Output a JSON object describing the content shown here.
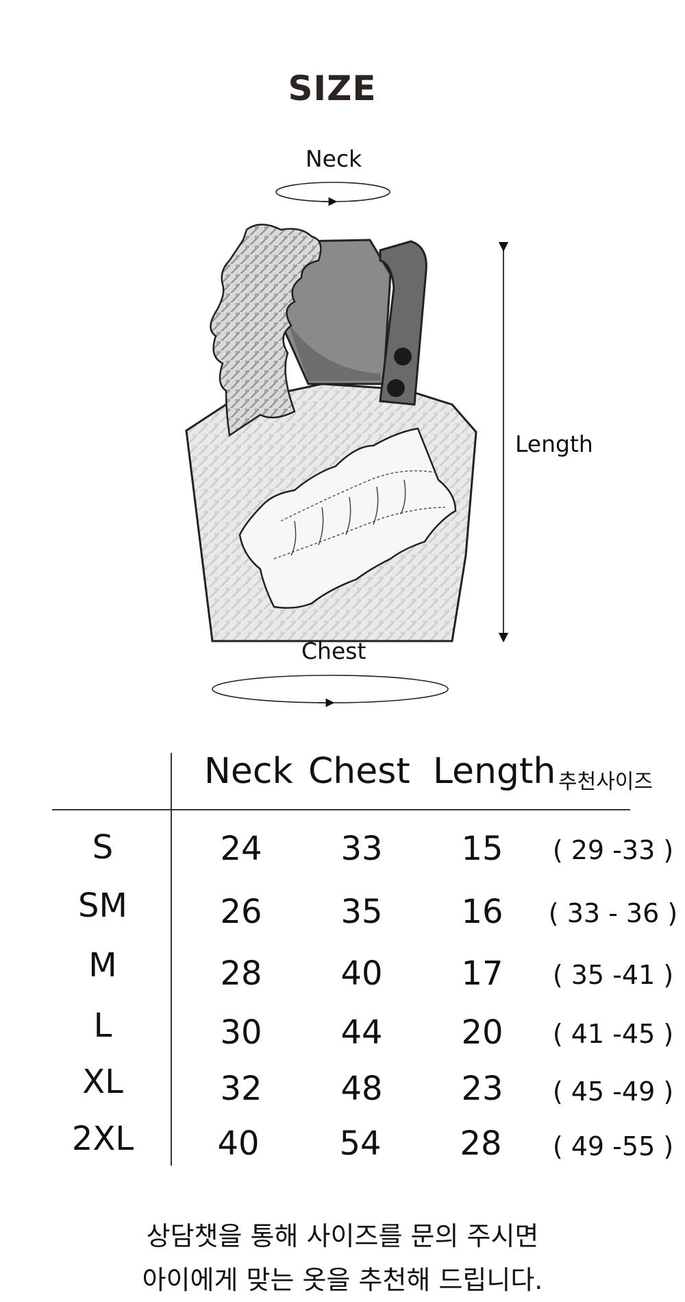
{
  "title": "SIZE",
  "diagram": {
    "neck_label": "Neck",
    "length_label": "Length",
    "chest_label": "Chest"
  },
  "table": {
    "headers": [
      "Neck",
      "Chest",
      "Length"
    ],
    "recommend_header": "추천사이즈",
    "rows": [
      {
        "size": "S",
        "neck": "24",
        "chest": "33",
        "length": "15",
        "recommend": "( 29 -33 )"
      },
      {
        "size": "SM",
        "neck": "26",
        "chest": "35",
        "length": "16",
        "recommend": "( 33 - 36 )"
      },
      {
        "size": "M",
        "neck": "28",
        "chest": "40",
        "length": "17",
        "recommend": "( 35 -41 )"
      },
      {
        "size": "L",
        "neck": "30",
        "chest": "44",
        "length": "20",
        "recommend": "( 41 -45 )"
      },
      {
        "size": "XL",
        "neck": "32",
        "chest": "48",
        "length": "23",
        "recommend": "( 45 -49 )"
      },
      {
        "size": "2XL",
        "neck": "40",
        "chest": "54",
        "length": "28",
        "recommend": "( 49 -55 )"
      }
    ]
  },
  "note": {
    "line1": "상담챗을 통해 사이즈를 문의 주시면",
    "line2": "아이에게 맞는 옷을 추천해 드립니다."
  },
  "colors": {
    "title": "#2b2420",
    "garment_body": "#e6e6e6",
    "garment_collar": "#8a8a8a",
    "strap": "#6a6a6a",
    "line": "#333333"
  }
}
